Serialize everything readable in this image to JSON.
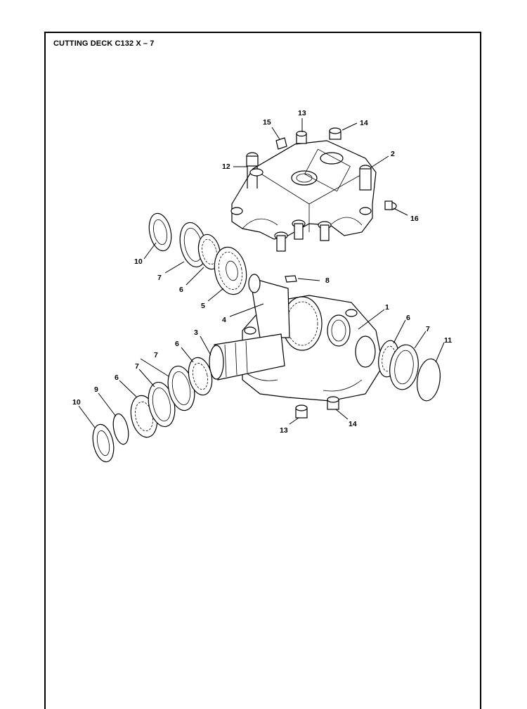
{
  "title": "CUTTING DECK C132 X – 7",
  "callouts": {
    "c1": "1",
    "c2": "2",
    "c3": "3",
    "c4": "4",
    "c5": "5",
    "c6a": "6",
    "c6b": "6",
    "c6c": "6",
    "c6d": "6",
    "c7a": "7",
    "c7b": "7",
    "c7c": "7",
    "c7d": "7",
    "c8": "8",
    "c9": "9",
    "c10a": "10",
    "c10b": "10",
    "c11": "11",
    "c12": "12",
    "c13a": "13",
    "c13b": "13",
    "c14a": "14",
    "c14b": "14",
    "c15": "15",
    "c16": "16"
  }
}
